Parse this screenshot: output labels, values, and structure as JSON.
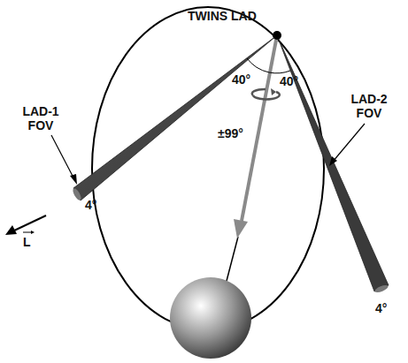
{
  "diagram": {
    "labels": [
      "TWINS LAD",
      "40°",
      "40°",
      "±99°",
      "LAD-1 FOV",
      "LAD-2 FOV",
      "4°",
      "4°",
      "L"
    ]
  }
}
